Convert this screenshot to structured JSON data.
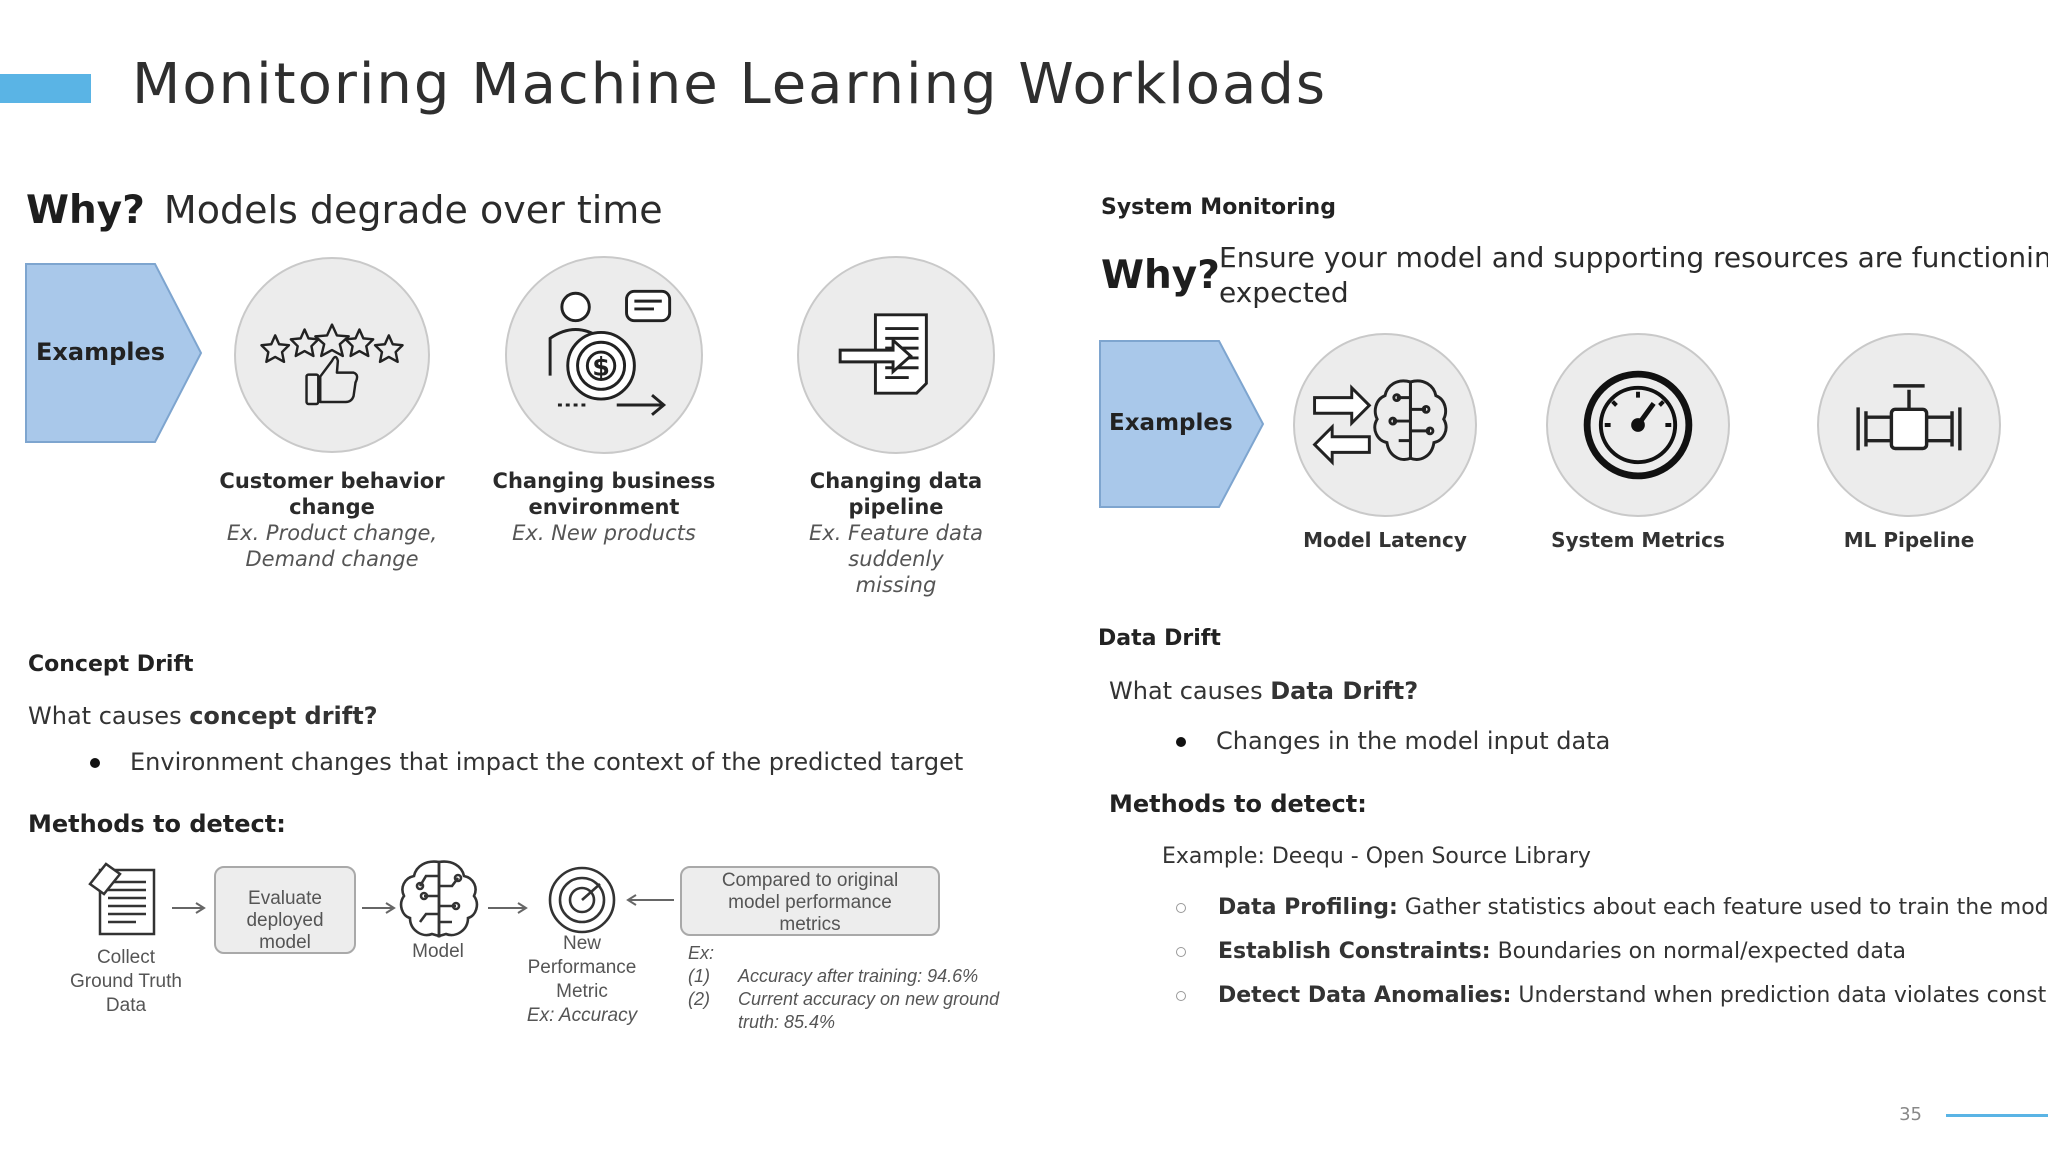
{
  "slide": {
    "title": "Monitoring Machine Learning Workloads",
    "page_number": "35",
    "accent_color": "#5ab4e5"
  },
  "left": {
    "why_label": "Why?",
    "why_text": "Models degrade over time",
    "examples_label": "Examples",
    "examples": [
      {
        "icon": "stars-thumbs-up-icon",
        "title_lines": [
          "Customer behavior",
          "change"
        ],
        "example_lines": [
          "Ex. Product change,",
          "Demand change"
        ]
      },
      {
        "icon": "business-person-dollar-icon",
        "title_lines": [
          "Changing business",
          "environment"
        ],
        "example_lines": [
          "Ex. New products"
        ]
      },
      {
        "icon": "document-arrow-icon",
        "title_lines": [
          "Changing data",
          "pipeline"
        ],
        "example_lines": [
          "Ex. Feature data suddenly",
          "missing"
        ]
      }
    ],
    "concept_drift": {
      "heading": "Concept Drift",
      "question_prefix": "What causes ",
      "question_bold": "concept drift?",
      "bullet": "Environment changes that impact the context of the predicted target",
      "methods_heading": "Methods to detect:"
    },
    "flow": {
      "collect_lines": [
        "Collect",
        "Ground Truth",
        "Data"
      ],
      "evaluate_lines": [
        "Evaluate",
        "deployed",
        "model"
      ],
      "model_label": "Model",
      "metric_lines": [
        "New",
        "Performance",
        "Metric"
      ],
      "metric_example": "Ex: Accuracy",
      "compare_lines": [
        "Compared to original",
        "model performance",
        "metrics"
      ],
      "ex_label": "Ex:",
      "ex_items": [
        {
          "num": "(1)",
          "lines": [
            "Accuracy after training: 94.6%"
          ]
        },
        {
          "num": "(2)",
          "lines": [
            "Current accuracy on new ground",
            "truth: 85.4%"
          ]
        }
      ]
    }
  },
  "right": {
    "heading": "System Monitoring",
    "why_label": "Why?",
    "why_lines": [
      "Ensure your model and supporting resources are functioning as",
      "expected"
    ],
    "examples_label": "Examples",
    "examples": [
      {
        "icon": "brain-arrows-icon",
        "label": "Model Latency"
      },
      {
        "icon": "gauge-icon",
        "label": "System Metrics"
      },
      {
        "icon": "pipe-valve-icon",
        "label": "ML Pipeline"
      }
    ],
    "data_drift": {
      "heading": "Data Drift",
      "question_prefix": "What causes ",
      "question_bold": "Data Drift?",
      "bullet": "Changes in the model input data",
      "methods_heading": "Methods to detect:",
      "example_line": "Example: Deequ - Open Source Library",
      "items": [
        {
          "bold": "Data Profiling:",
          "text": " Gather statistics about each feature used to train the model"
        },
        {
          "bold": "Establish Constraints:",
          "text": " Boundaries on normal/expected data"
        },
        {
          "bold": "Detect Data Anomalies:",
          "text": " Understand when prediction data violates constraints"
        }
      ]
    }
  }
}
